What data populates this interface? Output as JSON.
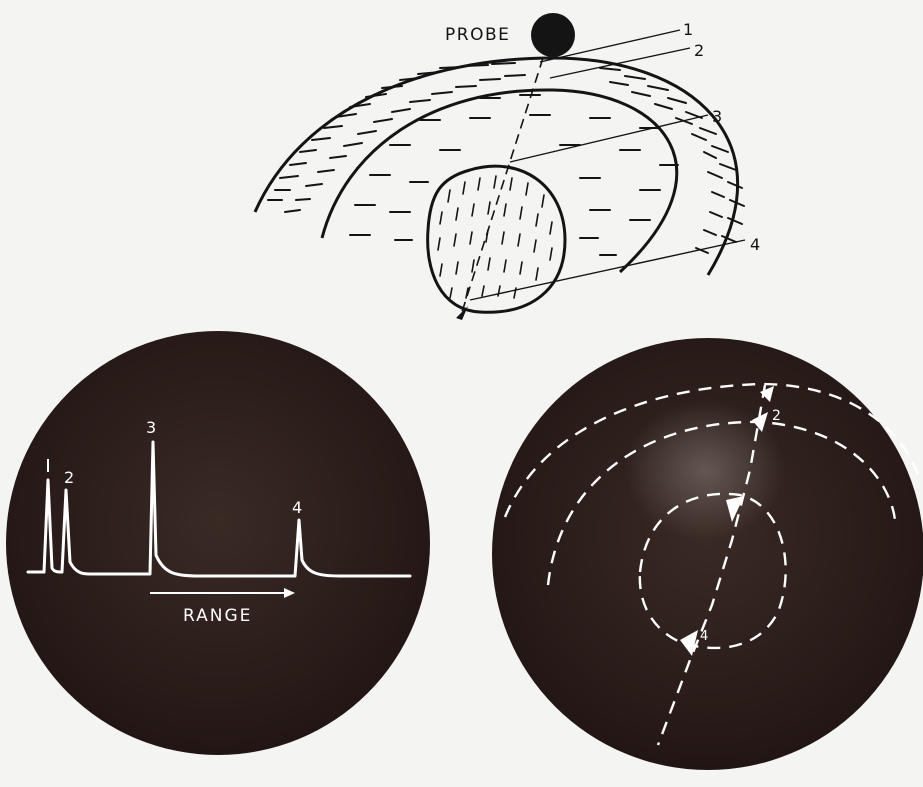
{
  "top_diagram": {
    "probe_label": "PROBE",
    "markers": [
      "1",
      "2",
      "3",
      "4"
    ]
  },
  "a_scan": {
    "peak_labels": [
      "2",
      "3",
      "4"
    ],
    "range_label": "RANGE"
  },
  "b_scan": {
    "echo_labels": [
      "2",
      "4"
    ]
  },
  "colors": {
    "paper": "#f4f4f2",
    "ink": "#141414",
    "screen": "#2a1c19",
    "trace": "#ffffff"
  }
}
